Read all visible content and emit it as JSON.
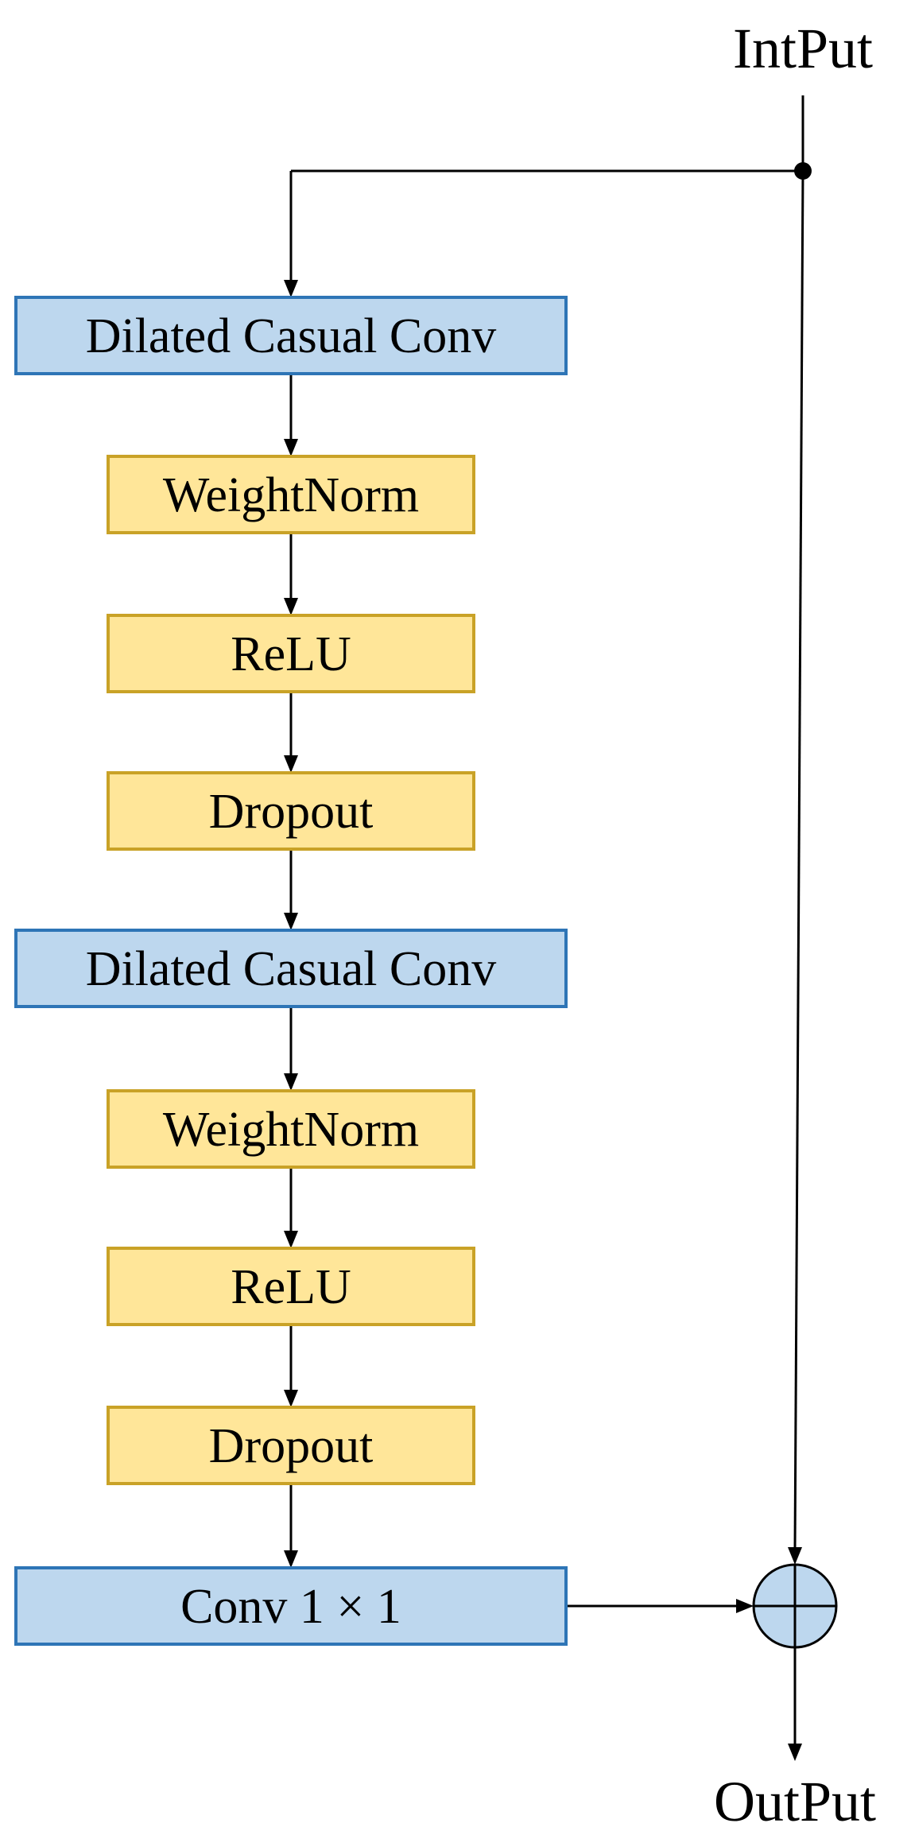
{
  "diagram": {
    "input_label": "IntPut",
    "output_label": "OutPut",
    "blocks": [
      {
        "label": "Dilated Casual Conv",
        "kind": "conv"
      },
      {
        "label": "WeightNorm",
        "kind": "op"
      },
      {
        "label": "ReLU",
        "kind": "op"
      },
      {
        "label": "Dropout",
        "kind": "op"
      },
      {
        "label": "Dilated Casual Conv",
        "kind": "conv"
      },
      {
        "label": "WeightNorm",
        "kind": "op"
      },
      {
        "label": "ReLU",
        "kind": "op"
      },
      {
        "label": "Dropout",
        "kind": "op"
      },
      {
        "label": "Conv 1 × 1",
        "kind": "conv"
      }
    ],
    "colors": {
      "conv_fill": "#BDD7EE",
      "conv_stroke": "#2E75B6",
      "op_fill": "#FFE699",
      "op_stroke": "#C9A227",
      "sum_fill": "#BDD7EE",
      "line": "#000000"
    },
    "sum_icon": "circled-plus-icon"
  }
}
